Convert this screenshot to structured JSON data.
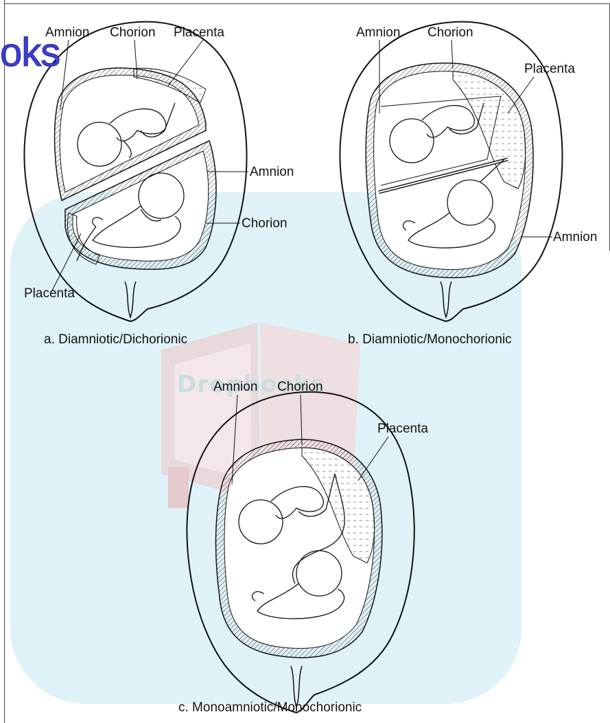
{
  "brand_fragment": "oks",
  "watermark_text": "Dropbooks",
  "panels": {
    "a": {
      "caption": "a. Diamniotic/Dichorionic",
      "labels": {
        "amnion_top": "Amnion",
        "chorion_top": "Chorion",
        "placenta_top": "Placenta",
        "amnion_right": "Amnion",
        "chorion_right": "Chorion",
        "placenta_bottom": "Placenta"
      }
    },
    "b": {
      "caption": "b. Diamniotic/Monochorionic",
      "labels": {
        "amnion_top": "Amnion",
        "chorion_top": "Chorion",
        "placenta_right": "Placenta",
        "amnion_right": "Amnion"
      }
    },
    "c": {
      "caption": "c. Monoamniotic/Monochorionic",
      "labels": {
        "amnion_top": "Amnion",
        "chorion_top": "Chorion",
        "placenta_right": "Placenta"
      }
    }
  },
  "colors": {
    "watermark": "#dff2f7",
    "brand": "#3f3fd2",
    "line": "#111111"
  }
}
